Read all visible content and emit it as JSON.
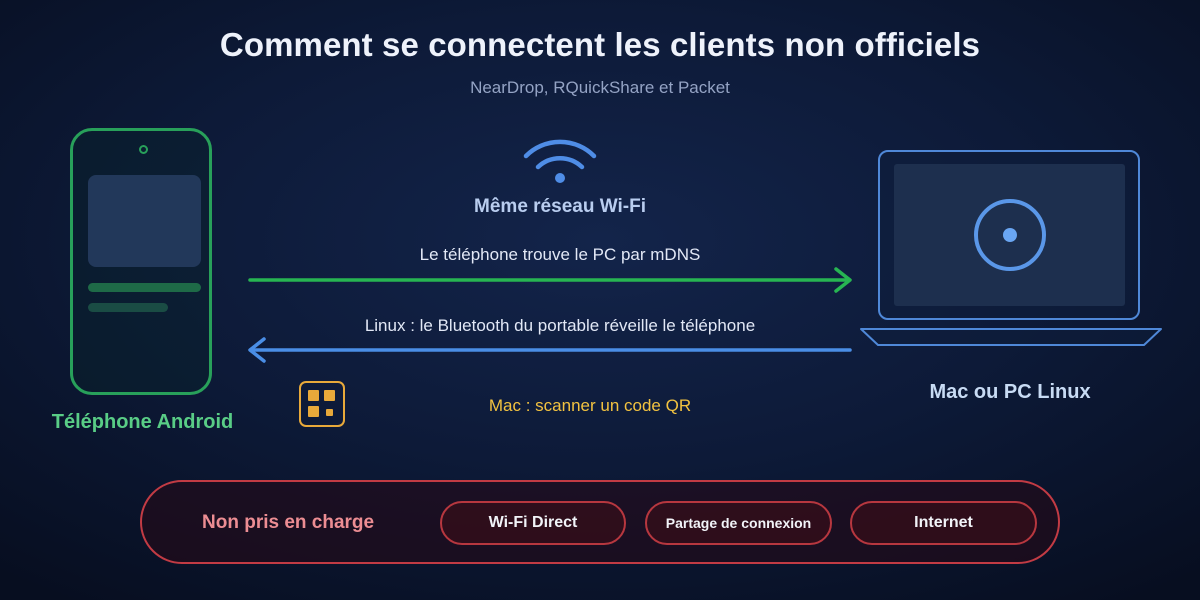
{
  "header": {
    "title": "Comment se connectent les clients non officiels",
    "subtitle": "NearDrop, RQuickShare et Packet"
  },
  "phone": {
    "label": "Téléphone Android",
    "color": "#28a05a"
  },
  "laptop": {
    "label": "Mac ou PC Linux",
    "color": "#4f88d8"
  },
  "network": {
    "label": "Même réseau Wi-Fi",
    "icon": "wifi-icon"
  },
  "flows": [
    {
      "label": "Le téléphone trouve le PC par mDNS",
      "direction": "to-laptop",
      "color": "#27b552"
    },
    {
      "label": "Linux : le Bluetooth du portable réveille le téléphone",
      "direction": "to-phone",
      "color": "#4a8ee6"
    }
  ],
  "qr": {
    "label": "Mac : scanner un code QR",
    "icon": "qr-code-icon",
    "color": "#e8a93a"
  },
  "unsupported": {
    "label": "Non pris en charge",
    "items": [
      "Wi-Fi Direct",
      "Partage de connexion",
      "Internet"
    ],
    "color": "#c23b44"
  }
}
